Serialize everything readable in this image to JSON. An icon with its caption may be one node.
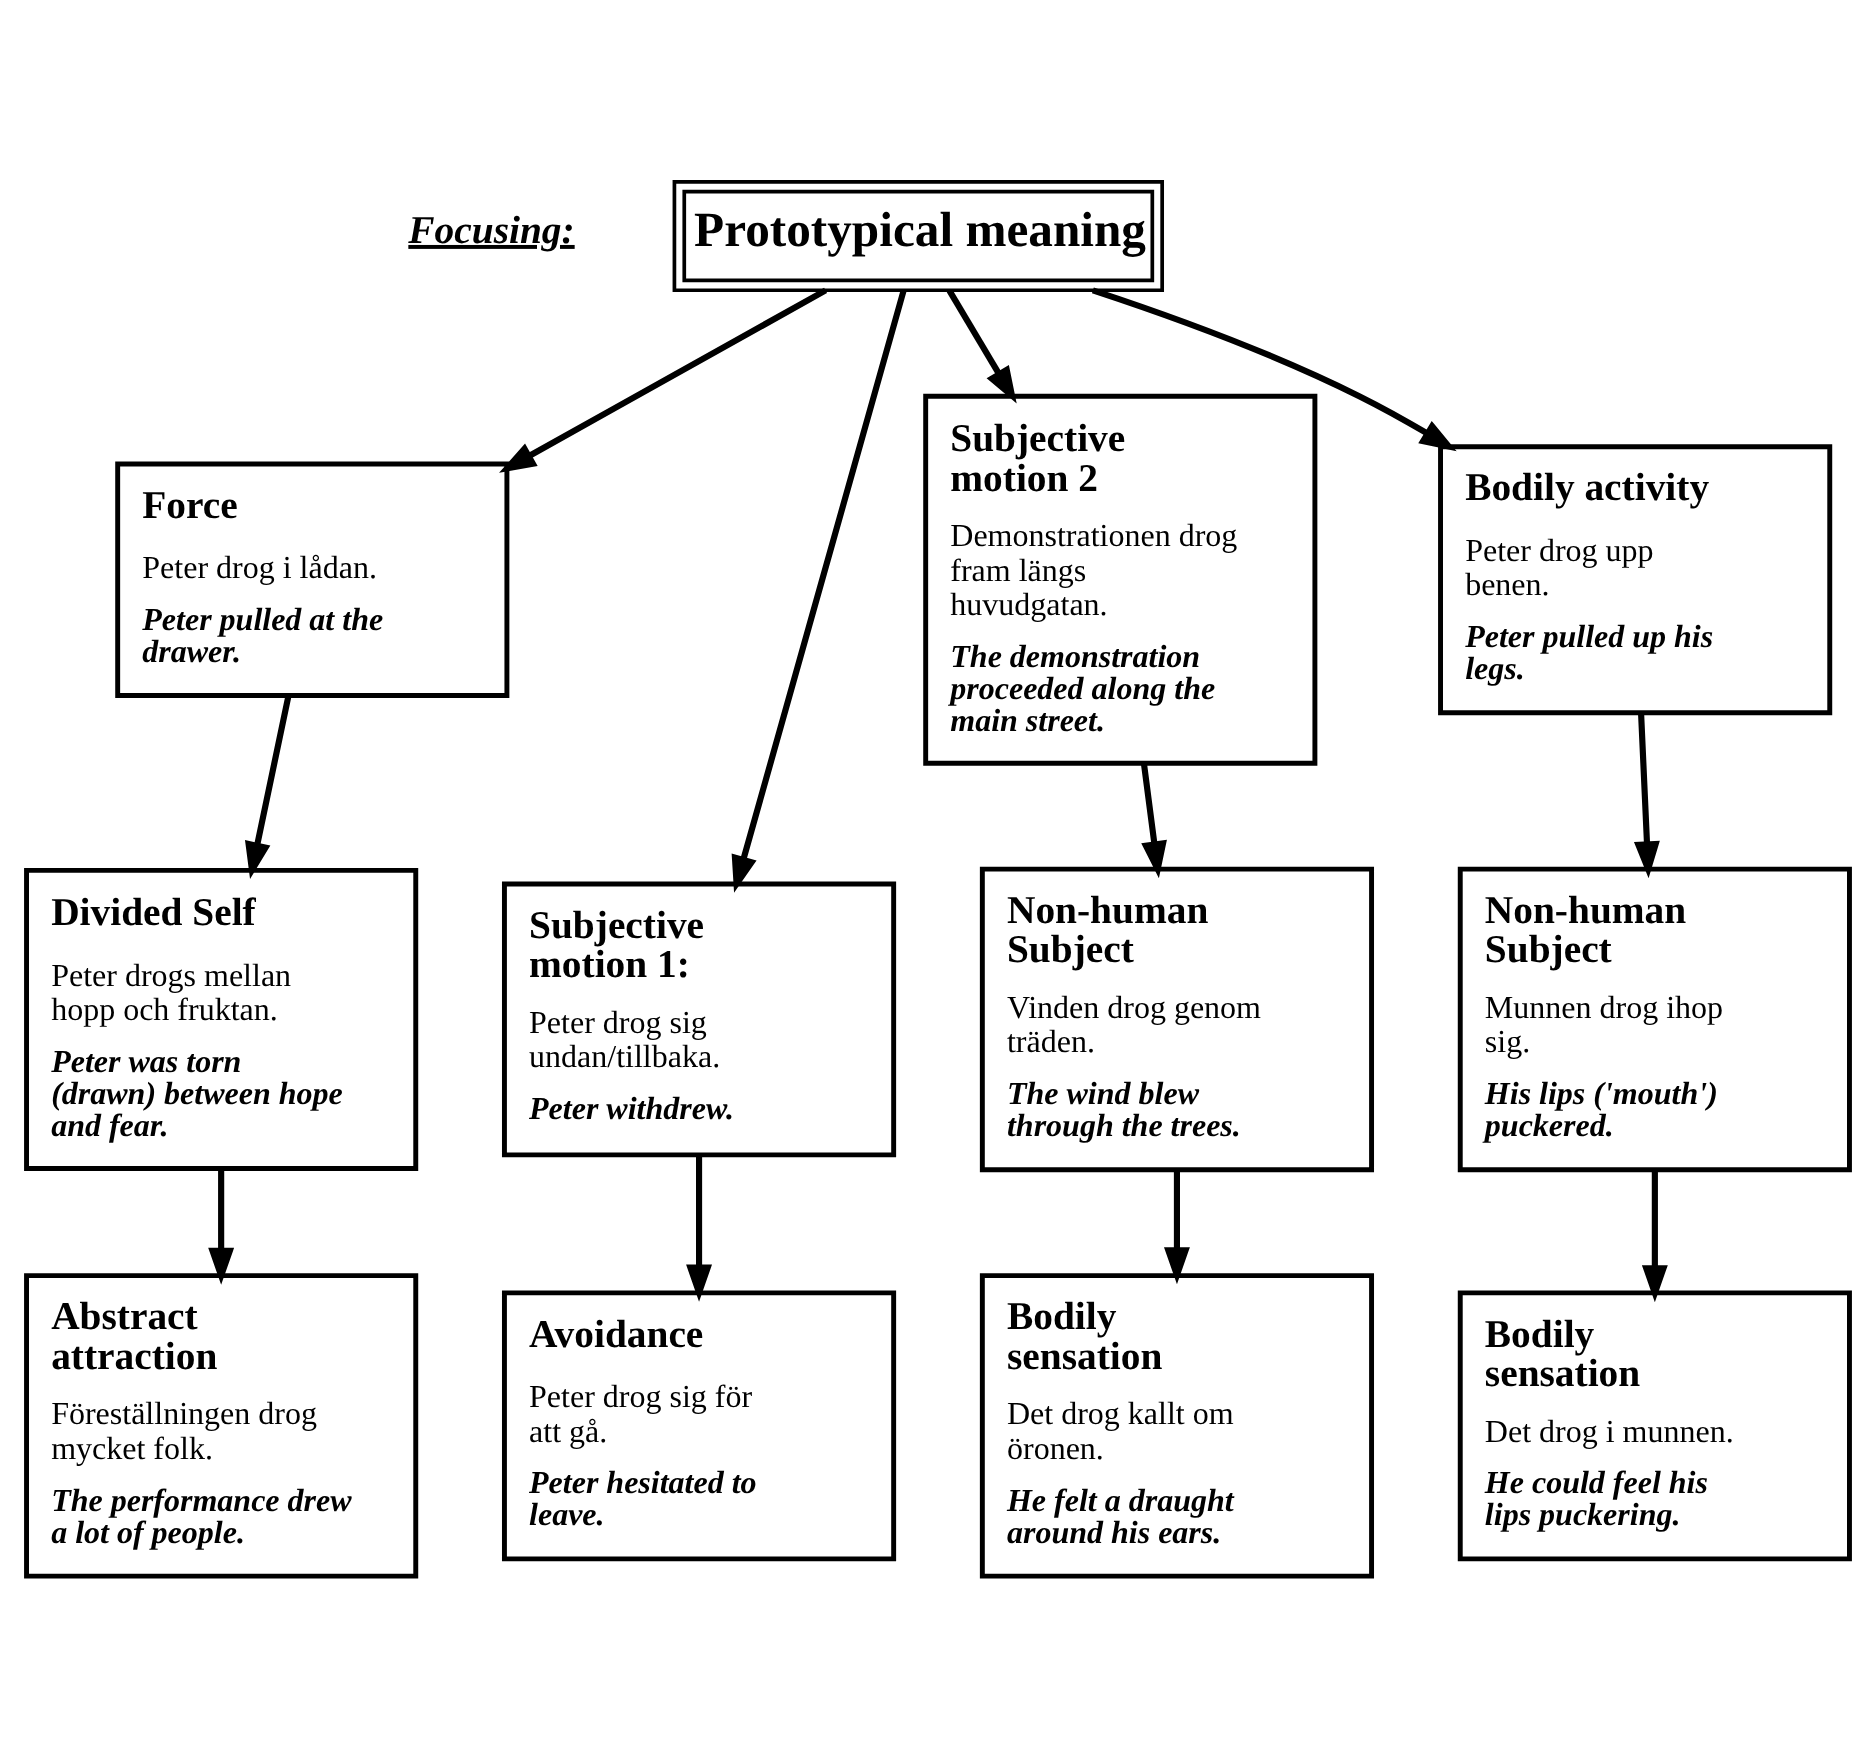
{
  "diagram": {
    "nodes": [
      {
        "text": [
          "Prototypical meaning"
        ]
      },
      {
        "text": [
          "Force",
          "Peter drog i lådan.",
          "Peter pulled at the drawer."
        ]
      },
      {
        "text": [
          "Subjective motion 1:",
          "Peter drog sig undan/tillbaka.",
          "Peter withdrew."
        ]
      },
      {
        "text": [
          "Subjective motion 2",
          "Demonstrationen drog fram längs huvudgatan.",
          "The demonstration proceeded along the main street."
        ]
      },
      {
        "text": [
          "Bodily activity",
          "Peter drog upp benen.",
          "Peter pulled up his legs."
        ]
      },
      {
        "text": [
          "Divided Self",
          "Peter drogs mellan hopp och fruktan.",
          "Peter was torn (drawn) between hope and fear."
        ]
      },
      {
        "text": [
          "Non-human Subject",
          "Vinden drog genom träden.",
          "The wind blew through the trees."
        ]
      },
      {
        "text": [
          "Non-human Subject",
          "Munnen drog ihop sig.",
          "His lips ('mouth') puckered."
        ]
      },
      {
        "text": [
          "Abstract attraction",
          "Föreställningen drog mycket folk.",
          "The performance drew a lot of people."
        ]
      },
      {
        "text": [
          "Avoidance",
          "Peter drog sig för att gå.",
          "Peter hesitated to leave."
        ]
      },
      {
        "text": [
          "Bodily sensation",
          "Det drog kallt om öronen.",
          "He felt a draught around his ears."
        ]
      },
      {
        "text": [
          "Bodily sensation",
          "Det drog i munnen.",
          "He could feel his lips puckering."
        ]
      }
    ],
    "edges": [
      {
        "from": 0,
        "to": 1,
        "arrow": "to"
      },
      {
        "from": 0,
        "to": 2,
        "arrow": "to"
      },
      {
        "from": 0,
        "to": 3,
        "arrow": "to"
      },
      {
        "from": 0,
        "to": 4,
        "arrow": "to"
      },
      {
        "from": 1,
        "to": 5,
        "arrow": "to"
      },
      {
        "from": 3,
        "to": 6,
        "arrow": "to"
      },
      {
        "from": 4,
        "to": 7,
        "arrow": "to"
      },
      {
        "from": 5,
        "to": 8,
        "arrow": "to"
      },
      {
        "from": 2,
        "to": 9,
        "arrow": "to"
      },
      {
        "from": 6,
        "to": 10,
        "arrow": "to"
      },
      {
        "from": 7,
        "to": 11,
        "arrow": "to"
      }
    ],
    "labels": [
      "Focusing:"
    ]
  }
}
